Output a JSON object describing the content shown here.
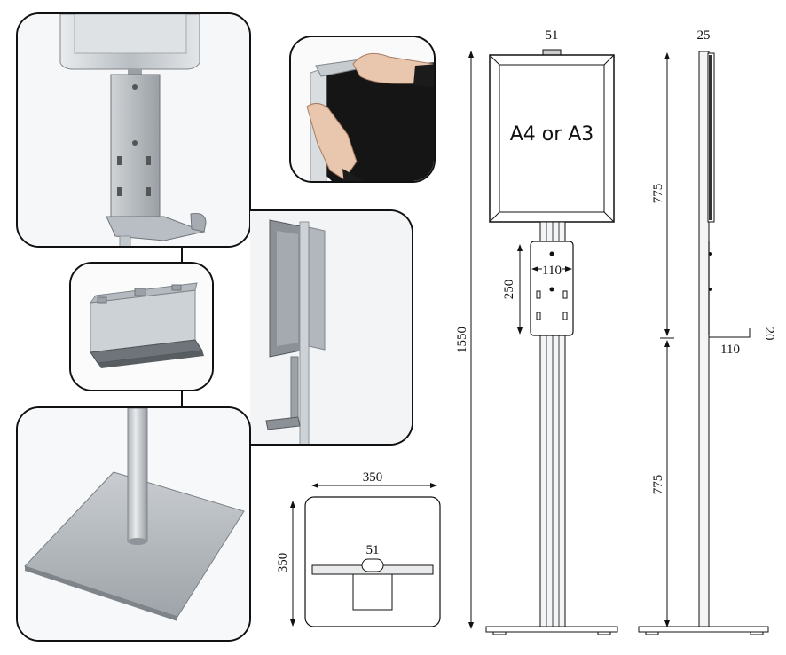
{
  "front_view": {
    "frame_label": "A4 or A3",
    "top_width": "51",
    "total_height": "1550",
    "bracket_height": "250",
    "bracket_width": "110"
  },
  "side_view": {
    "depth": "25",
    "upper_height": "775",
    "lower_height": "775",
    "shelf_depth": "110",
    "shelf_height": "20"
  },
  "base_view": {
    "width": "350",
    "depth": "350",
    "tube_width": "51"
  },
  "colors": {
    "outline": "#111111",
    "metal": "#c9cdd1",
    "metal_dark": "#8e9499",
    "poster_bg": "#ffffff"
  }
}
